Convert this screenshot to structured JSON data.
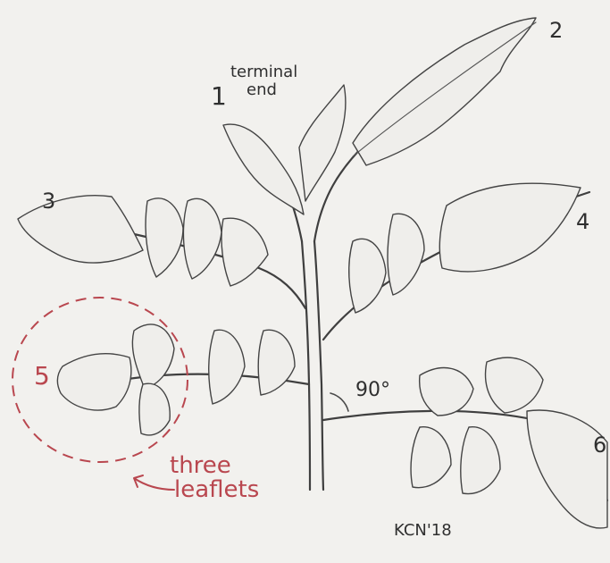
{
  "labels": {
    "n1": "1",
    "n2": "2",
    "n3": "3",
    "n4": "4",
    "n5": "5",
    "n6": "6",
    "terminal_line1": "terminal",
    "terminal_line2": "end",
    "angle": "90°",
    "three": "three",
    "leaflets": "leaflets",
    "signature": "KCN'18"
  },
  "colors": {
    "paper": "#f2f1ee",
    "pencil": "#3f3f3f",
    "annotation_red": "#b9474f"
  }
}
